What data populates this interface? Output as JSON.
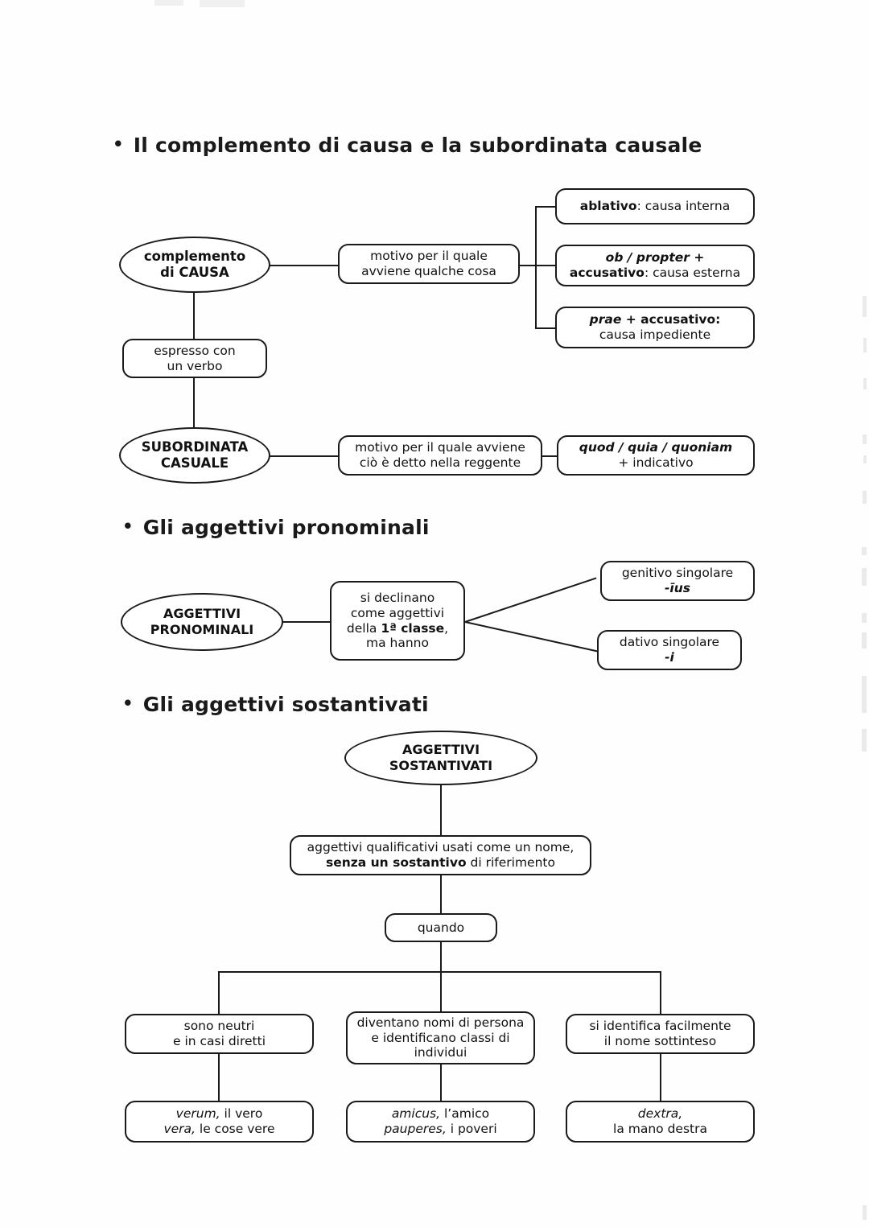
{
  "page": {
    "title": "Schema di grammatica latina",
    "background_color": "#fefefe",
    "ink_color": "#1a1a1a"
  },
  "sections": [
    {
      "id": "causa",
      "bullet": "•",
      "heading": "Il complemento di causa e la subordinata causale",
      "nodes": {
        "root": "complemento\ndi CAUSA",
        "root_line1": "complemento",
        "root_line2": "di CAUSA",
        "middle_line1": "motivo per il quale",
        "middle_line2": "avviene qualche cosa",
        "branch1_bold": "ablativo",
        "branch1_rest": ": causa interna",
        "branch2_italic": "ob / propter",
        "branch2_plus": " +",
        "branch2_bold": "accusativo",
        "branch2_rest": ": causa esterna",
        "branch3_italic": "prae",
        "branch3_bold": " + accusativo:",
        "branch3_line2": "causa impediente",
        "verb_line1": "espresso con",
        "verb_line2": "un verbo",
        "sub_line1": "SUBORDINATA",
        "sub_line2": "CASUALE",
        "sub_mid_line1": "motivo per il quale avviene",
        "sub_mid_line2": "ciò è detto nella reggente",
        "sub_right_italic": "quod / quia / quoniam",
        "sub_right_line2": "+ indicativo"
      }
    },
    {
      "id": "pronominali",
      "bullet": "•",
      "heading": "Gli aggettivi pronominali",
      "nodes": {
        "root_line1": "AGGETTIVI",
        "root_line2": "PRONOMINALI",
        "mid_line1": "si declinano",
        "mid_line2": "come aggettivi",
        "mid_line3_a": "della ",
        "mid_line3_b": "1ª classe",
        "mid_line3_c": ",",
        "mid_line4": "ma hanno",
        "out1_line1": "genitivo singolare",
        "out1_line2": "-īus",
        "out2_line1": "dativo singolare",
        "out2_line2": "-i"
      }
    },
    {
      "id": "sostantivati",
      "bullet": "•",
      "heading": "Gli aggettivi sostantivati",
      "nodes": {
        "root_line1": "AGGETTIVI",
        "root_line2": "SOSTANTIVATI",
        "def_line1": "aggettivi qualificativi usati come un nome,",
        "def_line2_bold": "senza un sostantivo",
        "def_line2_rest": " di riferimento",
        "quando": "quando",
        "col1_line1": "sono neutri",
        "col1_line2": "e in casi diretti",
        "col2_line1": "diventano nomi di persona",
        "col2_line2": "e identificano classi di",
        "col2_line3": "individui",
        "col3_line1": "si identifica facilmente",
        "col3_line2": "il nome sottinteso",
        "ex1_line1_italic": "verum,",
        "ex1_line1_rest": " il vero",
        "ex1_line2_italic": "vera,",
        "ex1_line2_rest": " le cose vere",
        "ex2_line1_italic": "amicus,",
        "ex2_line1_rest": " l’amico",
        "ex2_line2_italic": "pauperes,",
        "ex2_line2_rest": " i poveri",
        "ex3_line1_italic": "dextra,",
        "ex3_line2": "la mano destra"
      }
    }
  ]
}
